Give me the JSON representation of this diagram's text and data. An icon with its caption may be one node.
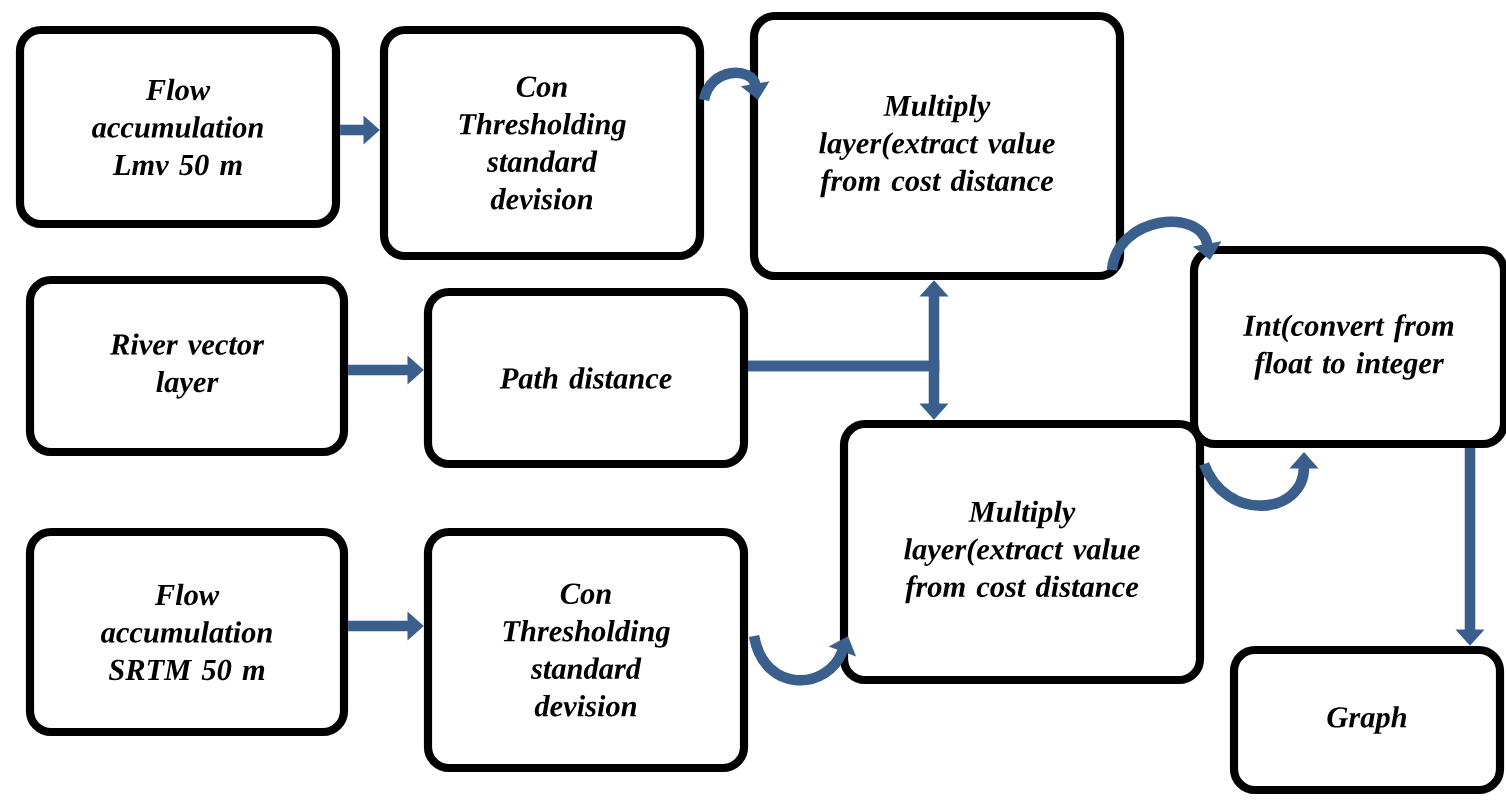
{
  "diagram": {
    "nodes": [
      {
        "text": [
          "Flow accumulation Lmv 50 m"
        ]
      },
      {
        "text": [
          "Con Thresholding standard devision"
        ]
      },
      {
        "text": [
          "Multiply layer(extract value from cost distance"
        ]
      },
      {
        "text": [
          "River vector layer"
        ]
      },
      {
        "text": [
          "Path distance"
        ]
      },
      {
        "text": [
          "Int(convert from float to integer"
        ]
      },
      {
        "text": [
          "Flow accumulation SRTM 50 m"
        ]
      },
      {
        "text": [
          "Con Thresholding standard devision"
        ]
      },
      {
        "text": [
          "Multiply layer(extract value from cost distance"
        ]
      },
      {
        "text": [
          "Graph"
        ]
      }
    ],
    "edges": [
      {
        "from": 0,
        "to": 1,
        "arrow": "to"
      },
      {
        "from": 1,
        "to": 2,
        "arrow": "to"
      },
      {
        "from": 3,
        "to": 4,
        "arrow": "to"
      },
      {
        "from": 4,
        "to": 2,
        "arrow": "to"
      },
      {
        "from": 4,
        "to": 8,
        "arrow": "to"
      },
      {
        "from": 2,
        "to": 5,
        "arrow": "to"
      },
      {
        "from": 6,
        "to": 7,
        "arrow": "to"
      },
      {
        "from": 7,
        "to": 8,
        "arrow": "to"
      },
      {
        "from": 8,
        "to": 5,
        "arrow": "to"
      },
      {
        "from": 5,
        "to": 9,
        "arrow": "to"
      }
    ]
  }
}
